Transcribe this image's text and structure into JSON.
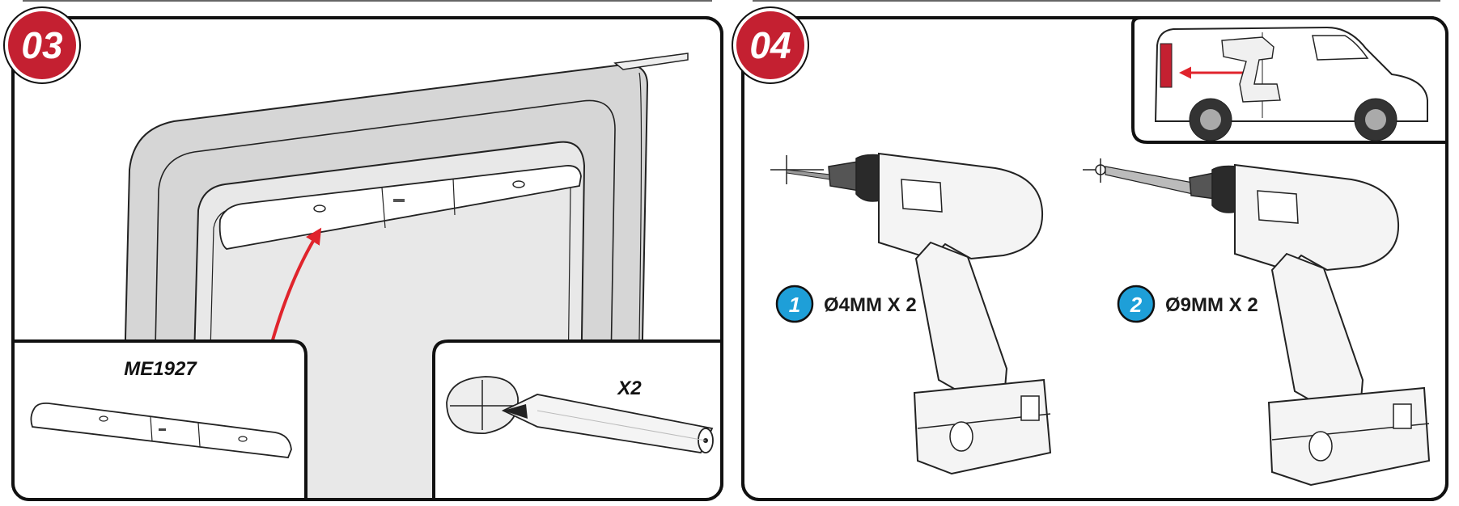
{
  "steps": [
    {
      "number": "03",
      "callouts": {
        "part_code": "ME1927",
        "mark_count": "X2"
      }
    },
    {
      "number": "04",
      "drills": [
        {
          "index": "1",
          "spec": "Ø4MM X 2"
        },
        {
          "index": "2",
          "spec": "Ø9MM X 2"
        }
      ]
    }
  ],
  "colors": {
    "badge_red": "#c42031",
    "arrow_red": "#e0242c",
    "badge_blue": "#1e9fd8",
    "panel_gray": "#d6d6d6"
  }
}
